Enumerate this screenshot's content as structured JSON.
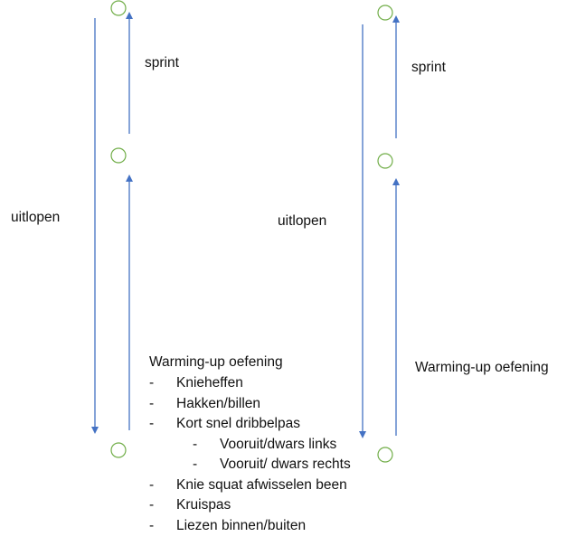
{
  "colors": {
    "arrow": "#4472c4",
    "circle": "#70ad47"
  },
  "left": {
    "sprint": "sprint",
    "uitlopen": "uitlopen",
    "warmup_title": "Warming-up oefening",
    "items": [
      {
        "dash": "-",
        "text": "Knieheffen",
        "level": 1
      },
      {
        "dash": "-",
        "text": "Hakken/billen",
        "level": 1
      },
      {
        "dash": "-",
        "text": "Kort snel dribbelpas",
        "level": 1
      },
      {
        "dash": "-",
        "text": "Vooruit/dwars links",
        "level": 2
      },
      {
        "dash": "-",
        "text": "Vooruit/ dwars rechts",
        "level": 2
      },
      {
        "dash": "-",
        "text": "Knie squat afwisselen been",
        "level": 1
      },
      {
        "dash": "-",
        "text": "Kruispas",
        "level": 1
      },
      {
        "dash": "-",
        "text": "Liezen binnen/buiten",
        "level": 1
      }
    ]
  },
  "right": {
    "sprint": "sprint",
    "uitlopen": "uitlopen",
    "warmup_title": "Warming-up oefening"
  }
}
